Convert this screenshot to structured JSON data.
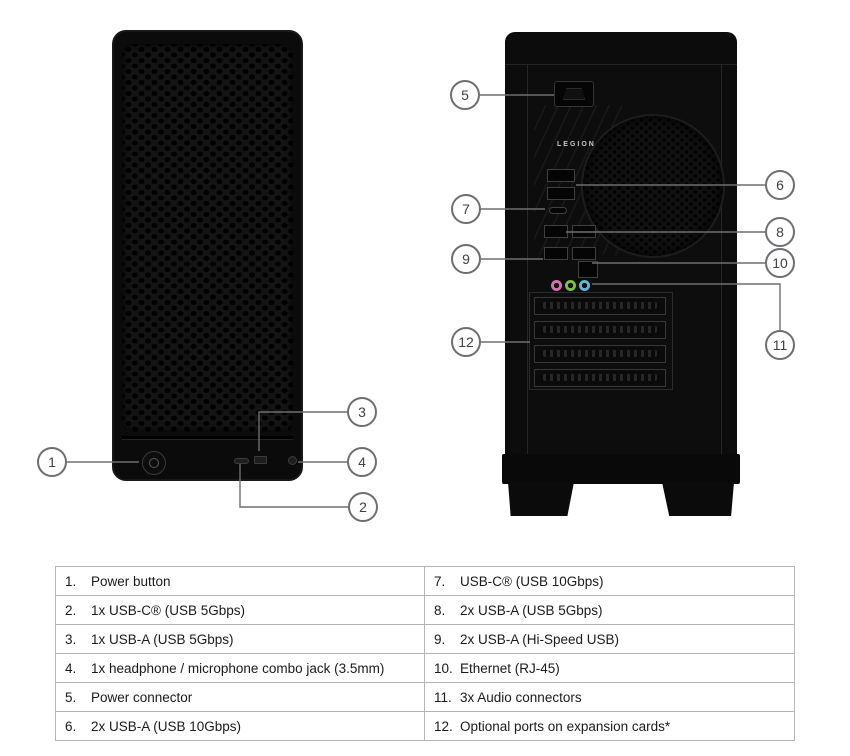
{
  "diagram": {
    "rear": {
      "brand_label": "LEGION"
    },
    "callouts": [
      "1",
      "2",
      "3",
      "4",
      "5",
      "6",
      "7",
      "8",
      "9",
      "10",
      "11",
      "12"
    ]
  },
  "legend": {
    "rows": [
      {
        "left_num": "1.",
        "left_text": "Power button",
        "right_num": "7.",
        "right_text": "USB-C® (USB 10Gbps)"
      },
      {
        "left_num": "2.",
        "left_text": "1x USB-C® (USB 5Gbps)",
        "right_num": "8.",
        "right_text": "2x USB-A (USB 5Gbps)"
      },
      {
        "left_num": "3.",
        "left_text": "1x USB-A (USB 5Gbps)",
        "right_num": "9.",
        "right_text": "2x USB-A (Hi-Speed USB)"
      },
      {
        "left_num": "4.",
        "left_text": "1x headphone / microphone combo jack (3.5mm)",
        "right_num": "10.",
        "right_text": "Ethernet (RJ-45)"
      },
      {
        "left_num": "5.",
        "left_text": "Power connector",
        "right_num": "11.",
        "right_text": "3x Audio connectors"
      },
      {
        "left_num": "6.",
        "left_text": "2x USB-A (USB 10Gbps)",
        "right_num": "12.",
        "right_text": "Optional ports on expansion cards*"
      }
    ]
  }
}
